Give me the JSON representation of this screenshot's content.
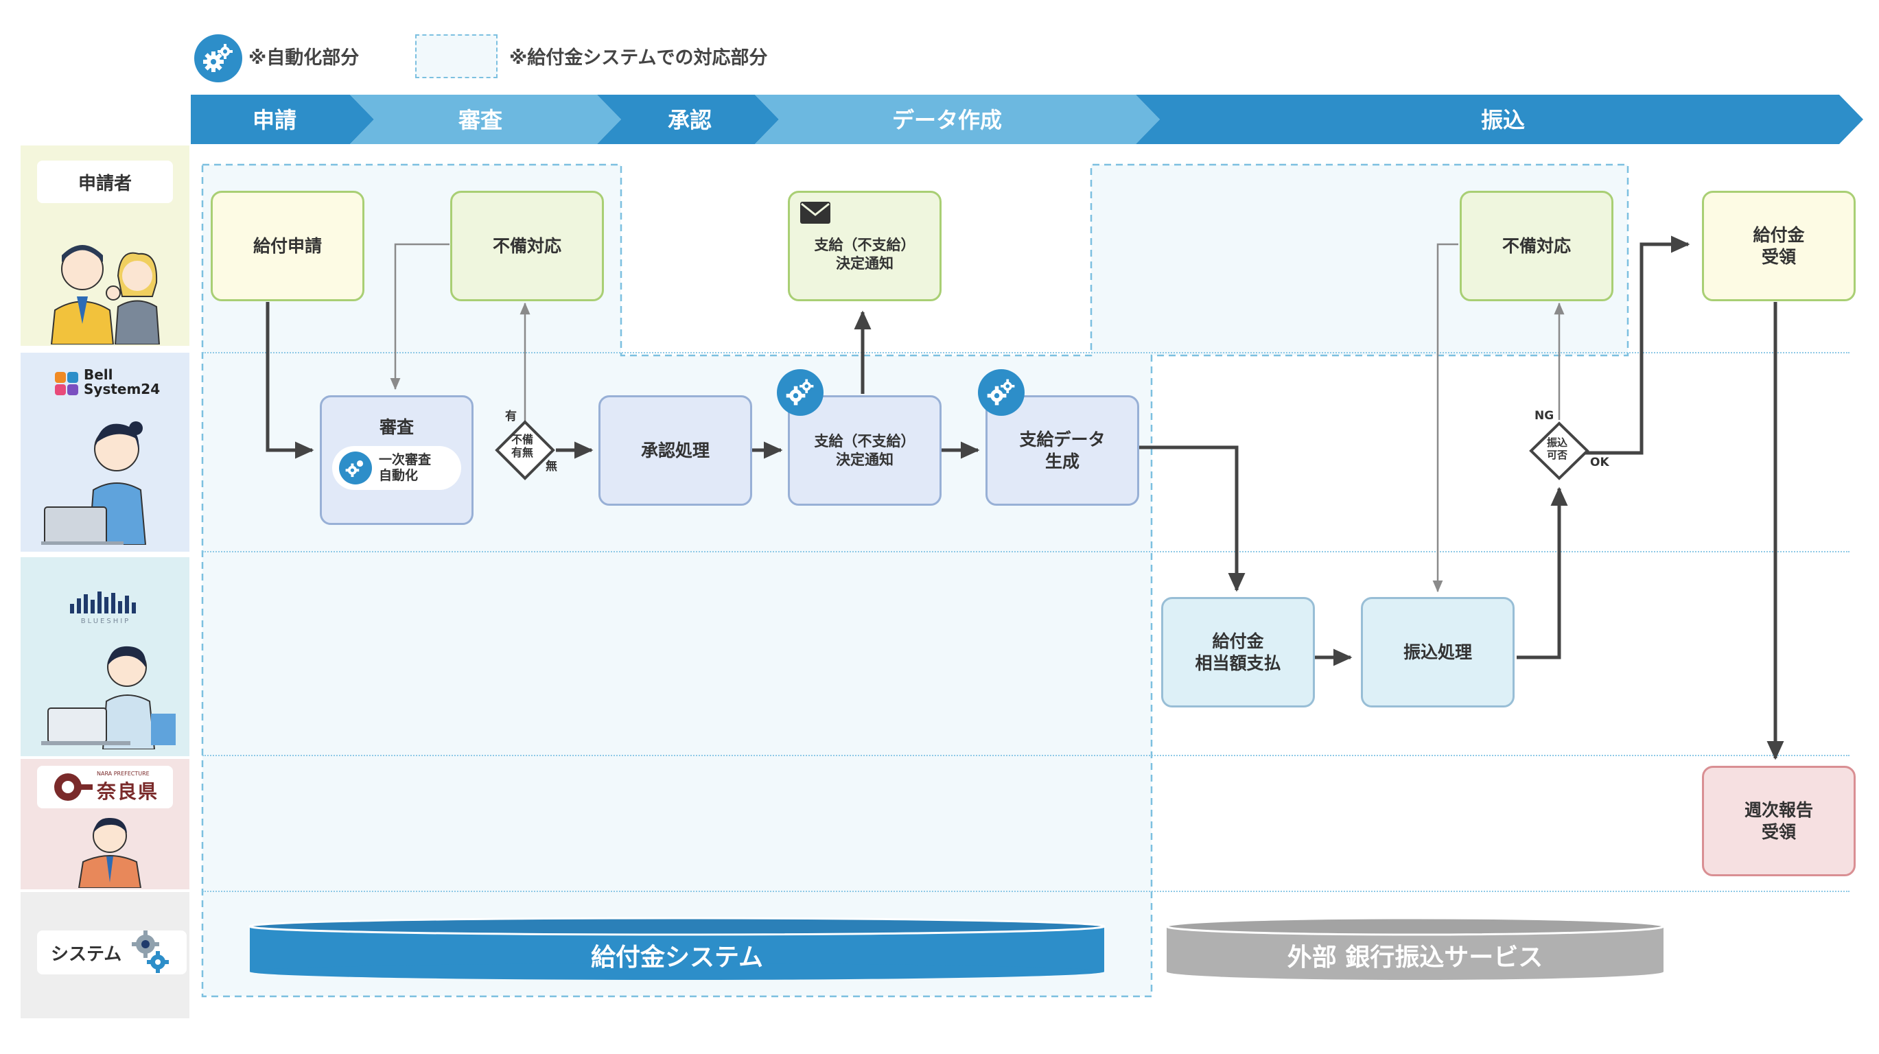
{
  "legend": {
    "automation": "※自動化部分",
    "system_area": "※給付金システムでの対応部分"
  },
  "phases": [
    "申請",
    "審査",
    "承認",
    "データ作成",
    "振込"
  ],
  "lanes": {
    "applicant": "申請者",
    "bell_logo": "Bell\nSystem24",
    "blueship_logo": "BLUESHIP",
    "nara_small": "NARA PREFECTURE",
    "nara": "奈良県",
    "system": "システム"
  },
  "nodes": {
    "apply": "給付申請",
    "incomplete1": "不備対応",
    "notice_top": "支給（不支給）\n決定通知",
    "incomplete2": "不備対応",
    "receive": "給付金\n受領",
    "review": "審査",
    "auto_review": "一次審査\n自動化",
    "check_incomplete": "不備\n有無",
    "approve": "承認処理",
    "notice_mid": "支給（不支給）\n決定通知",
    "data_gen": "支給データ\n生成",
    "payment": "給付金\n相当額支払",
    "transfer": "振込処理",
    "transfer_ok": "振込\n可否",
    "weekly": "週次報告\n受領"
  },
  "edge_labels": {
    "yes": "有",
    "no": "無",
    "ng": "NG",
    "ok": "OK"
  },
  "systems": {
    "grant_system": "給付金システム",
    "bank_service": "外部 銀行振込サービス"
  },
  "colors": {
    "phase_dark": "#2d8ec9",
    "phase_light": "#6cb8e0",
    "lane_applicant": "#f4f6dc",
    "lane_bell": "#e1ebf8",
    "lane_blueship": "#dceff3",
    "lane_nara": "#f4e3e3",
    "lane_system": "#eeeeee",
    "grant_db": "#2d8ec9",
    "bank_db": "#b0b0b0"
  }
}
